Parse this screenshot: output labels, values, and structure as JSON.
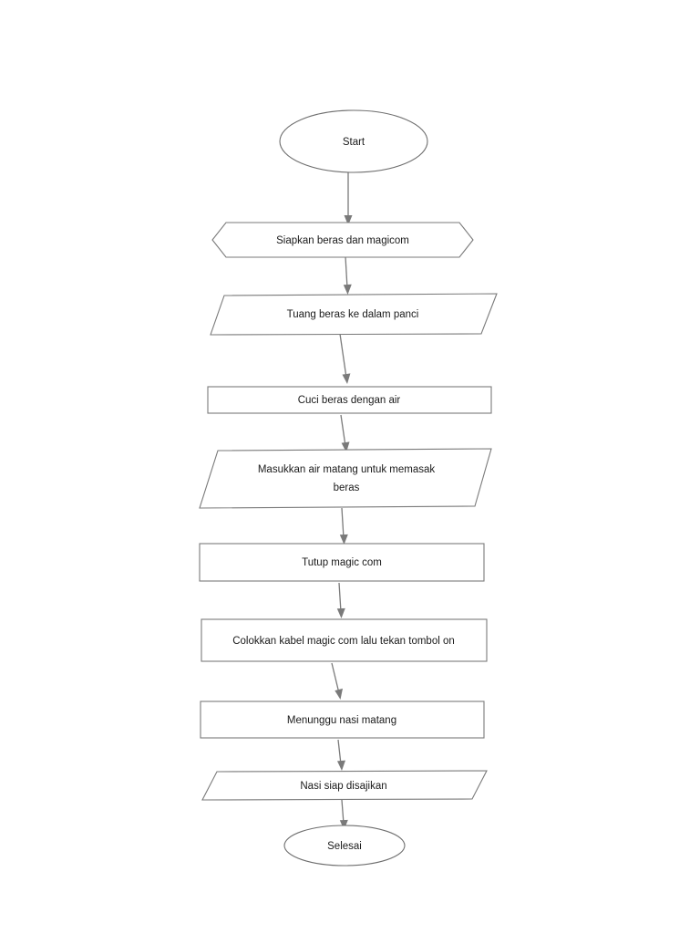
{
  "document": {
    "title": "Flowchart Memasak Nasi",
    "background_color": "#ffffff",
    "stroke_color": "#7a7a7a",
    "text_color": "#1a1a1a"
  },
  "flowchart": {
    "type": "flowchart",
    "orientation": "top-to-bottom",
    "node_count": 10,
    "connector_count": 9,
    "nodes": [
      {
        "id": "start",
        "shape": "ellipse",
        "role": "terminator",
        "label": "Start",
        "lines": [
          "Start"
        ]
      },
      {
        "id": "siapkan",
        "shape": "hexagon",
        "role": "preparation",
        "label": "Siapkan beras dan magicom",
        "lines": [
          "Siapkan beras dan magicom"
        ]
      },
      {
        "id": "tuang",
        "shape": "parallelogram",
        "role": "input-output",
        "label": "Tuang beras ke dalam panci",
        "lines": [
          "Tuang beras ke dalam panci"
        ]
      },
      {
        "id": "cuci",
        "shape": "rectangle",
        "role": "process",
        "label": "Cuci beras dengan air",
        "lines": [
          "Cuci beras dengan air"
        ]
      },
      {
        "id": "masukkan-air",
        "shape": "parallelogram",
        "role": "input-output",
        "label": "Masukkan air matang untuk memasak beras",
        "lines": [
          "Masukkan air matang untuk memasak",
          "beras"
        ]
      },
      {
        "id": "tutup",
        "shape": "rectangle",
        "role": "process",
        "label": "Tutup magic com",
        "lines": [
          "Tutup magic com"
        ]
      },
      {
        "id": "colokkan",
        "shape": "rectangle",
        "role": "process",
        "label": "Colokkan kabel magic com lalu tekan tombol on",
        "lines": [
          "Colokkan kabel magic com lalu tekan tombol on"
        ]
      },
      {
        "id": "menunggu",
        "shape": "rectangle",
        "role": "process",
        "label": "Menunggu nasi matang",
        "lines": [
          "Menunggu nasi matang"
        ]
      },
      {
        "id": "nasi-siap",
        "shape": "parallelogram",
        "role": "input-output",
        "label": "Nasi siap disajikan",
        "lines": [
          "Nasi siap disajikan"
        ]
      },
      {
        "id": "selesai",
        "shape": "ellipse",
        "role": "terminator",
        "label": "Selesai",
        "lines": [
          "Selesai"
        ]
      }
    ],
    "edges": [
      {
        "from": "start",
        "to": "siapkan",
        "label": ""
      },
      {
        "from": "siapkan",
        "to": "tuang",
        "label": ""
      },
      {
        "from": "tuang",
        "to": "cuci",
        "label": ""
      },
      {
        "from": "cuci",
        "to": "masukkan-air",
        "label": ""
      },
      {
        "from": "masukkan-air",
        "to": "tutup",
        "label": ""
      },
      {
        "from": "tutup",
        "to": "colokkan",
        "label": ""
      },
      {
        "from": "colokkan",
        "to": "menunggu",
        "label": ""
      },
      {
        "from": "menunggu",
        "to": "nasi-siap",
        "label": ""
      },
      {
        "from": "nasi-siap",
        "to": "selesai",
        "label": ""
      }
    ]
  }
}
